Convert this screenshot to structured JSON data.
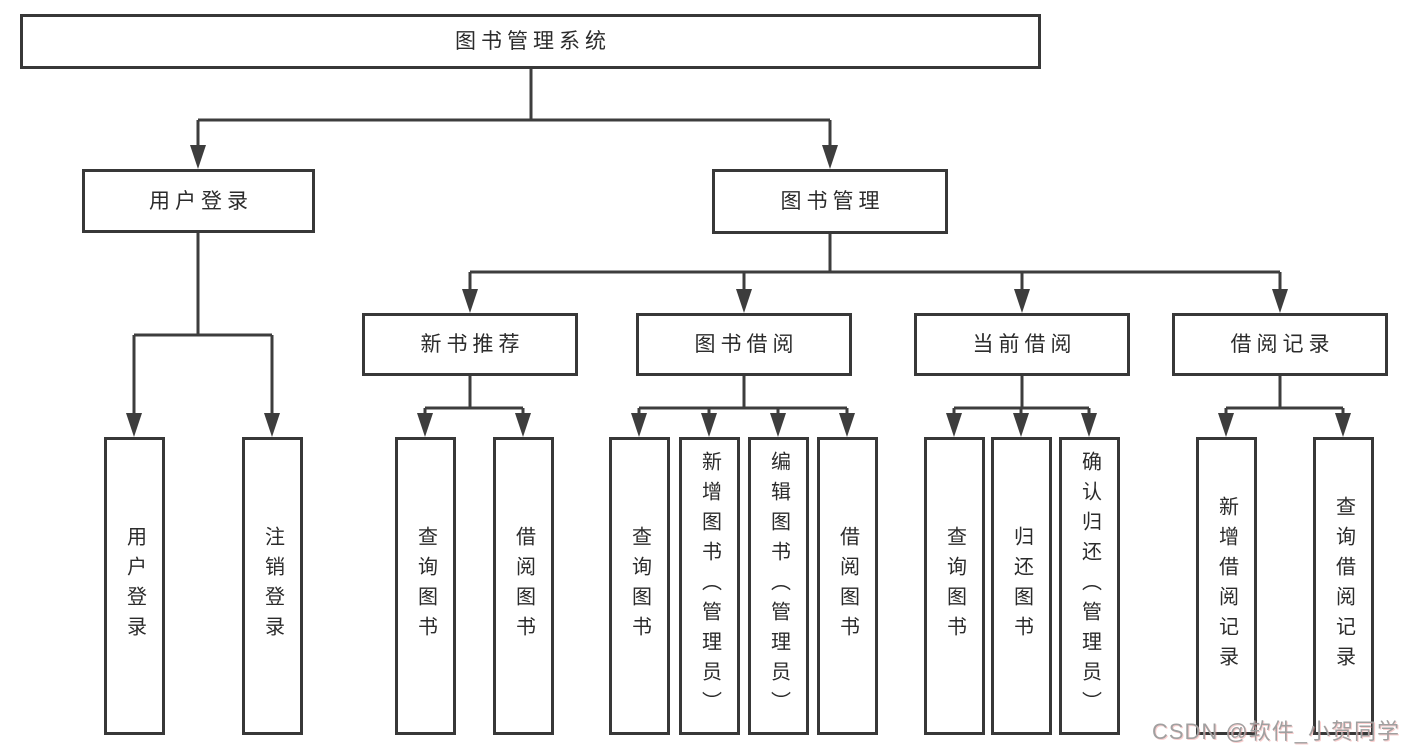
{
  "diagram_title": "图书管理系统",
  "colors": {
    "background": "#ffffff",
    "box_border": "#383838",
    "connector_line": "#3d3d3d",
    "text": "#2b2b2b",
    "watermark_text": "#a0a0a0",
    "watermark_accent": "#f49595"
  },
  "watermark": {
    "text": "CSDN @软件_小贺同学"
  },
  "tree": {
    "label": "图书管理系统",
    "children": [
      {
        "label": "用户登录",
        "children": [
          {
            "label": "用户登录"
          },
          {
            "label": "注销登录"
          }
        ]
      },
      {
        "label": "图书管理",
        "children": [
          {
            "label": "新书推荐",
            "children": [
              {
                "label": "查询图书"
              },
              {
                "label": "借阅图书"
              }
            ]
          },
          {
            "label": "图书借阅",
            "children": [
              {
                "label": "查询图书"
              },
              {
                "label": "新增图书（管理员）"
              },
              {
                "label": "编辑图书（管理员）"
              },
              {
                "label": "借阅图书"
              }
            ]
          },
          {
            "label": "当前借阅",
            "children": [
              {
                "label": "查询图书"
              },
              {
                "label": "归还图书"
              },
              {
                "label": "确认归还（管理员）"
              }
            ]
          },
          {
            "label": "借阅记录",
            "children": [
              {
                "label": "新增借阅记录"
              },
              {
                "label": "查询借阅记录"
              }
            ]
          }
        ]
      }
    ]
  }
}
